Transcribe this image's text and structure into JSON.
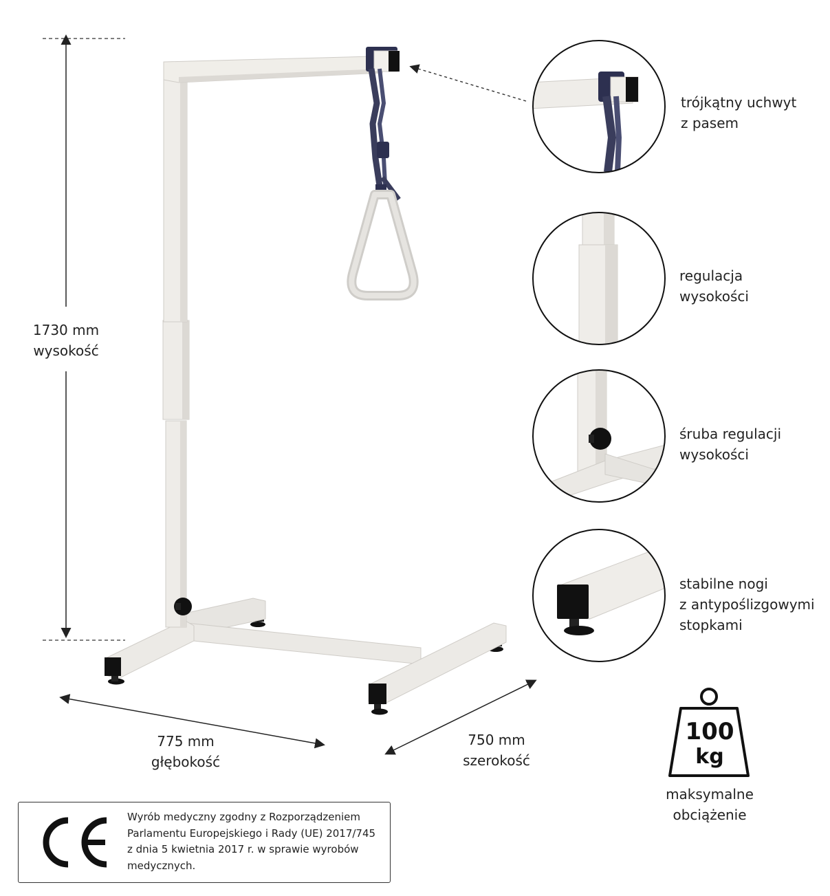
{
  "dimensions": {
    "height_value": "1730 mm",
    "height_label": "wysokość",
    "depth_value": "775 mm",
    "depth_label": "głębokość",
    "width_value": "750 mm",
    "width_label": "szerokość"
  },
  "features": [
    {
      "line1": "trójkątny uchwyt",
      "line2": "z pasem",
      "line3": ""
    },
    {
      "line1": "regulacja",
      "line2": "wysokości",
      "line3": ""
    },
    {
      "line1": "śruba regulacji",
      "line2": "wysokości",
      "line3": ""
    },
    {
      "line1": "stabilne nogi",
      "line2": "z antypoślizgowymi",
      "line3": "stopkami"
    }
  ],
  "max_load": {
    "number": "100",
    "unit": "kg",
    "label_line1": "maksymalne",
    "label_line2": "obciążenie"
  },
  "certification": {
    "mark": "CE",
    "text_line1": "Wyrób medyczny zgodny z Rozporządzeniem",
    "text_line2": "Parlamentu Europejskiego i Rady (UE) 2017/745",
    "text_line3": "z dnia 5 kwietnia 2017 r. w sprawie wyrobów",
    "text_line4": "medycznych."
  },
  "colors": {
    "frame": "#eceae6",
    "frame_shadow": "#cfccc7",
    "strap": "#3a3d5c",
    "foot": "#111111"
  }
}
